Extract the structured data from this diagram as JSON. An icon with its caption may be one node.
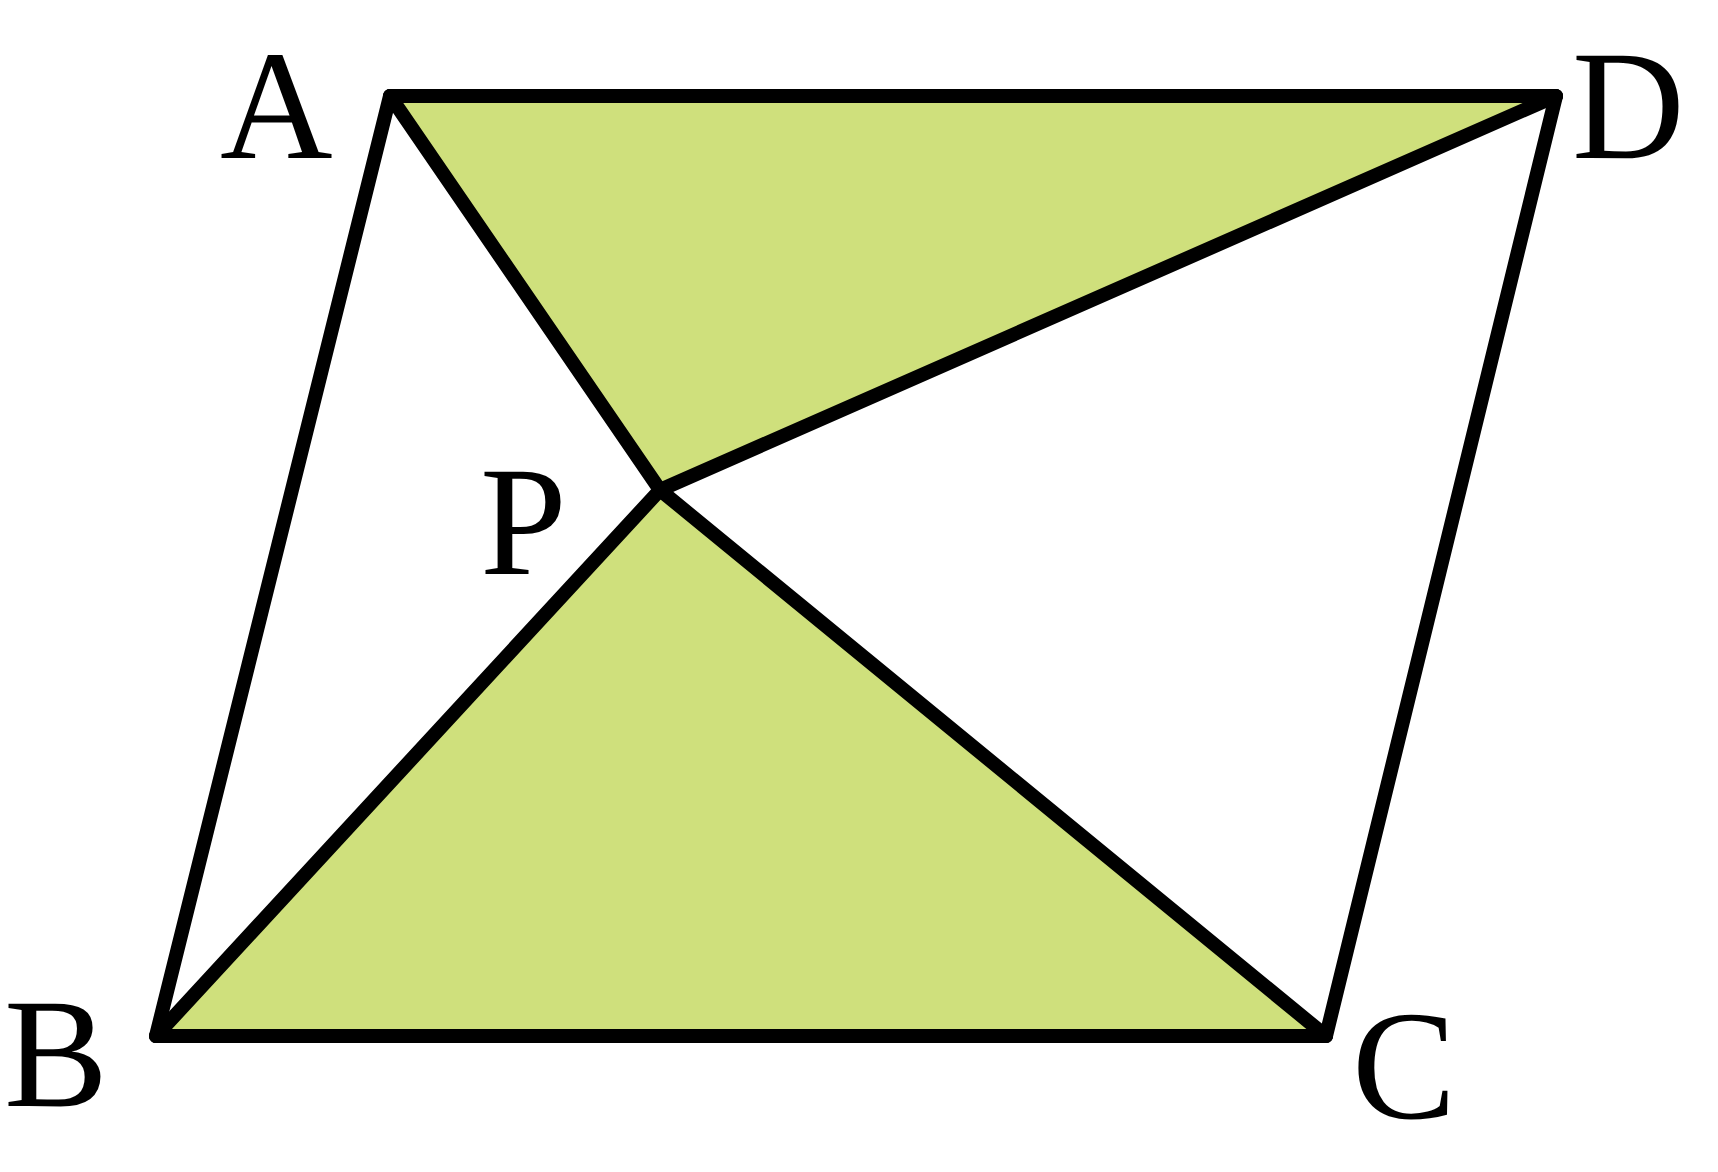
{
  "diagram": {
    "labels": [
      "A",
      "D",
      "P",
      "B",
      "C"
    ]
  }
}
